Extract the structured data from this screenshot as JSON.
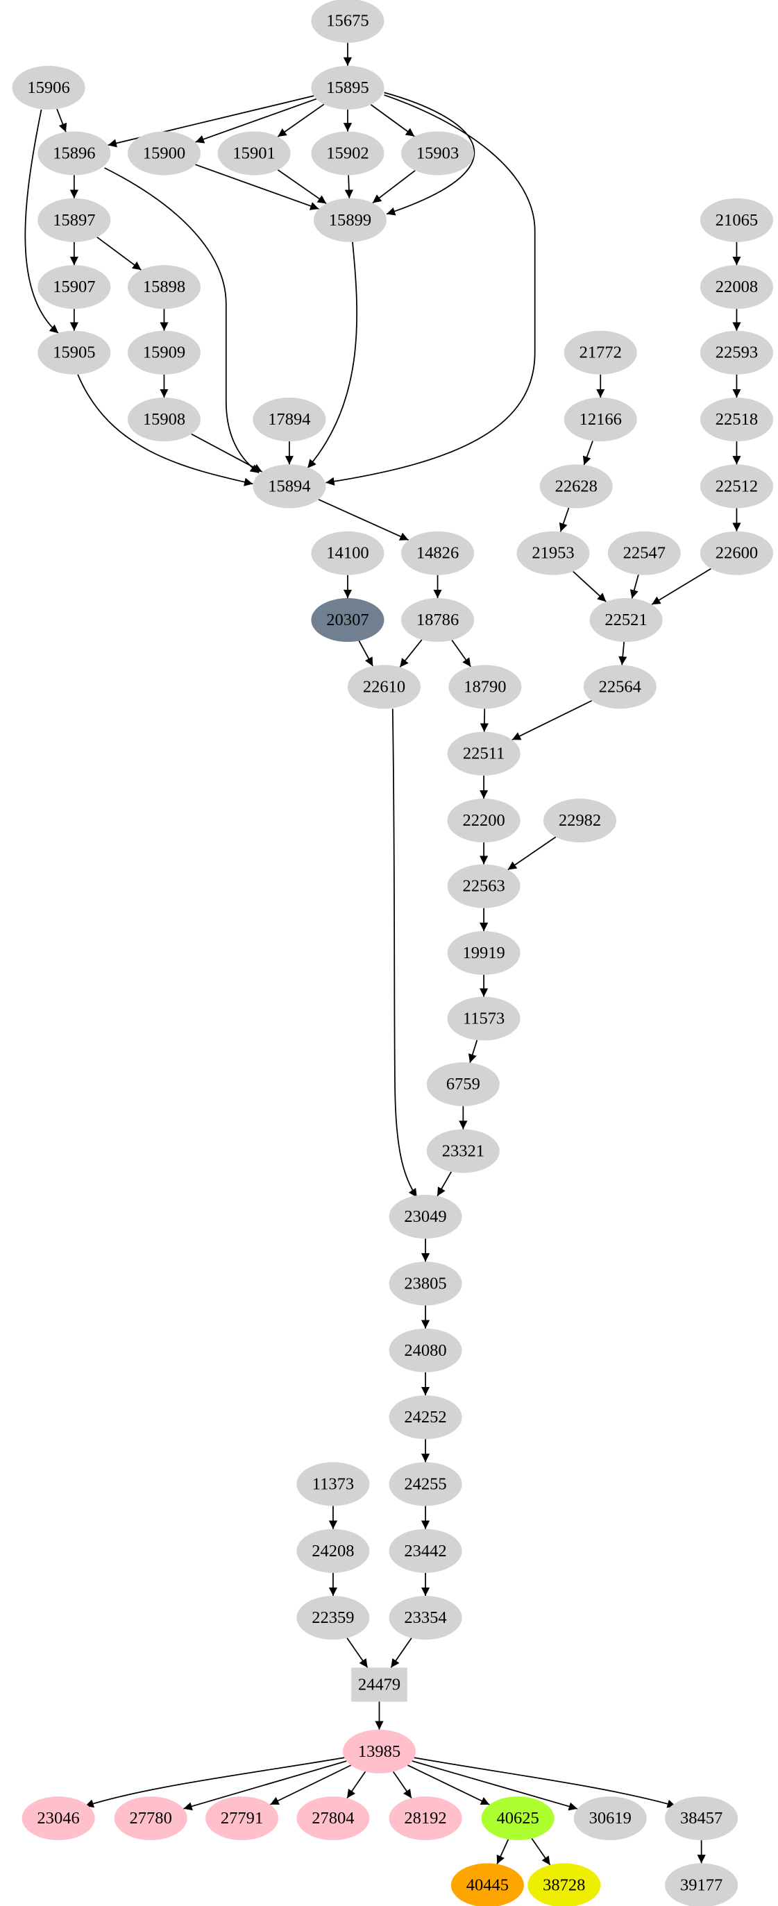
{
  "graph": {
    "nodes": [
      {
        "id": "15675",
        "fill": "#d3d3d3",
        "shape": "ellipse"
      },
      {
        "id": "15906",
        "fill": "#d3d3d3",
        "shape": "ellipse"
      },
      {
        "id": "15895",
        "fill": "#d3d3d3",
        "shape": "ellipse"
      },
      {
        "id": "15896",
        "fill": "#d3d3d3",
        "shape": "ellipse"
      },
      {
        "id": "15900",
        "fill": "#d3d3d3",
        "shape": "ellipse"
      },
      {
        "id": "15901",
        "fill": "#d3d3d3",
        "shape": "ellipse"
      },
      {
        "id": "15902",
        "fill": "#d3d3d3",
        "shape": "ellipse"
      },
      {
        "id": "15903",
        "fill": "#d3d3d3",
        "shape": "ellipse"
      },
      {
        "id": "15897",
        "fill": "#d3d3d3",
        "shape": "ellipse"
      },
      {
        "id": "15899",
        "fill": "#d3d3d3",
        "shape": "ellipse"
      },
      {
        "id": "21065",
        "fill": "#d3d3d3",
        "shape": "ellipse"
      },
      {
        "id": "15907",
        "fill": "#d3d3d3",
        "shape": "ellipse"
      },
      {
        "id": "15898",
        "fill": "#d3d3d3",
        "shape": "ellipse"
      },
      {
        "id": "22008",
        "fill": "#d3d3d3",
        "shape": "ellipse"
      },
      {
        "id": "15905",
        "fill": "#d3d3d3",
        "shape": "ellipse"
      },
      {
        "id": "15909",
        "fill": "#d3d3d3",
        "shape": "ellipse"
      },
      {
        "id": "21772",
        "fill": "#d3d3d3",
        "shape": "ellipse"
      },
      {
        "id": "22593",
        "fill": "#d3d3d3",
        "shape": "ellipse"
      },
      {
        "id": "15908",
        "fill": "#d3d3d3",
        "shape": "ellipse"
      },
      {
        "id": "17894",
        "fill": "#d3d3d3",
        "shape": "ellipse"
      },
      {
        "id": "12166",
        "fill": "#d3d3d3",
        "shape": "ellipse"
      },
      {
        "id": "22518",
        "fill": "#d3d3d3",
        "shape": "ellipse"
      },
      {
        "id": "15894",
        "fill": "#d3d3d3",
        "shape": "ellipse"
      },
      {
        "id": "22628",
        "fill": "#d3d3d3",
        "shape": "ellipse"
      },
      {
        "id": "22512",
        "fill": "#d3d3d3",
        "shape": "ellipse"
      },
      {
        "id": "14100",
        "fill": "#d3d3d3",
        "shape": "ellipse"
      },
      {
        "id": "14826",
        "fill": "#d3d3d3",
        "shape": "ellipse"
      },
      {
        "id": "21953",
        "fill": "#d3d3d3",
        "shape": "ellipse"
      },
      {
        "id": "22547",
        "fill": "#d3d3d3",
        "shape": "ellipse"
      },
      {
        "id": "22600",
        "fill": "#d3d3d3",
        "shape": "ellipse"
      },
      {
        "id": "20307",
        "fill": "#708090",
        "shape": "ellipse"
      },
      {
        "id": "18786",
        "fill": "#d3d3d3",
        "shape": "ellipse"
      },
      {
        "id": "22521",
        "fill": "#d3d3d3",
        "shape": "ellipse"
      },
      {
        "id": "22610",
        "fill": "#d3d3d3",
        "shape": "ellipse"
      },
      {
        "id": "18790",
        "fill": "#d3d3d3",
        "shape": "ellipse"
      },
      {
        "id": "22564",
        "fill": "#d3d3d3",
        "shape": "ellipse"
      },
      {
        "id": "22511",
        "fill": "#d3d3d3",
        "shape": "ellipse"
      },
      {
        "id": "22200",
        "fill": "#d3d3d3",
        "shape": "ellipse"
      },
      {
        "id": "22982",
        "fill": "#d3d3d3",
        "shape": "ellipse"
      },
      {
        "id": "22563",
        "fill": "#d3d3d3",
        "shape": "ellipse"
      },
      {
        "id": "19919",
        "fill": "#d3d3d3",
        "shape": "ellipse"
      },
      {
        "id": "11573",
        "fill": "#d3d3d3",
        "shape": "ellipse"
      },
      {
        "id": "6759",
        "fill": "#d3d3d3",
        "shape": "ellipse"
      },
      {
        "id": "23321",
        "fill": "#d3d3d3",
        "shape": "ellipse"
      },
      {
        "id": "23049",
        "fill": "#d3d3d3",
        "shape": "ellipse"
      },
      {
        "id": "23805",
        "fill": "#d3d3d3",
        "shape": "ellipse"
      },
      {
        "id": "24080",
        "fill": "#d3d3d3",
        "shape": "ellipse"
      },
      {
        "id": "24252",
        "fill": "#d3d3d3",
        "shape": "ellipse"
      },
      {
        "id": "11373",
        "fill": "#d3d3d3",
        "shape": "ellipse"
      },
      {
        "id": "24255",
        "fill": "#d3d3d3",
        "shape": "ellipse"
      },
      {
        "id": "24208",
        "fill": "#d3d3d3",
        "shape": "ellipse"
      },
      {
        "id": "23442",
        "fill": "#d3d3d3",
        "shape": "ellipse"
      },
      {
        "id": "22359",
        "fill": "#d3d3d3",
        "shape": "ellipse"
      },
      {
        "id": "23354",
        "fill": "#d3d3d3",
        "shape": "ellipse"
      },
      {
        "id": "24479",
        "fill": "#d3d3d3",
        "shape": "box"
      },
      {
        "id": "13985",
        "fill": "#ffc0cb",
        "shape": "ellipse"
      },
      {
        "id": "23046",
        "fill": "#ffc0cb",
        "shape": "ellipse"
      },
      {
        "id": "27780",
        "fill": "#ffc0cb",
        "shape": "ellipse"
      },
      {
        "id": "27791",
        "fill": "#ffc0cb",
        "shape": "ellipse"
      },
      {
        "id": "27804",
        "fill": "#ffc0cb",
        "shape": "ellipse"
      },
      {
        "id": "28192",
        "fill": "#ffc0cb",
        "shape": "ellipse"
      },
      {
        "id": "40625",
        "fill": "#adff2f",
        "shape": "ellipse"
      },
      {
        "id": "30619",
        "fill": "#d3d3d3",
        "shape": "ellipse"
      },
      {
        "id": "38457",
        "fill": "#d3d3d3",
        "shape": "ellipse"
      },
      {
        "id": "40445",
        "fill": "#ffa500",
        "shape": "ellipse"
      },
      {
        "id": "38728",
        "fill": "#eeee00",
        "shape": "ellipse"
      },
      {
        "id": "39177",
        "fill": "#d3d3d3",
        "shape": "ellipse"
      }
    ],
    "edges": [
      [
        "15675",
        "15895"
      ],
      [
        "15906",
        "15896"
      ],
      [
        "15906",
        "15905"
      ],
      [
        "15895",
        "15896"
      ],
      [
        "15895",
        "15900"
      ],
      [
        "15895",
        "15901"
      ],
      [
        "15895",
        "15902"
      ],
      [
        "15895",
        "15903"
      ],
      [
        "15895",
        "15899"
      ],
      [
        "15895",
        "15894"
      ],
      [
        "15896",
        "15897"
      ],
      [
        "15896",
        "15894"
      ],
      [
        "15900",
        "15899"
      ],
      [
        "15901",
        "15899"
      ],
      [
        "15902",
        "15899"
      ],
      [
        "15903",
        "15899"
      ],
      [
        "15897",
        "15907"
      ],
      [
        "15897",
        "15898"
      ],
      [
        "15907",
        "15905"
      ],
      [
        "15898",
        "15909"
      ],
      [
        "15909",
        "15908"
      ],
      [
        "15905",
        "15894"
      ],
      [
        "15908",
        "15894"
      ],
      [
        "17894",
        "15894"
      ],
      [
        "15899",
        "15894"
      ],
      [
        "21065",
        "22008"
      ],
      [
        "22008",
        "22593"
      ],
      [
        "22593",
        "22518"
      ],
      [
        "22518",
        "22512"
      ],
      [
        "22512",
        "22600"
      ],
      [
        "21772",
        "12166"
      ],
      [
        "12166",
        "22628"
      ],
      [
        "22628",
        "21953"
      ],
      [
        "15894",
        "14826"
      ],
      [
        "14100",
        "20307"
      ],
      [
        "14826",
        "18786"
      ],
      [
        "21953",
        "22521"
      ],
      [
        "22547",
        "22521"
      ],
      [
        "22600",
        "22521"
      ],
      [
        "20307",
        "22610"
      ],
      [
        "18786",
        "22610"
      ],
      [
        "18786",
        "18790"
      ],
      [
        "22521",
        "22564"
      ],
      [
        "18790",
        "22511"
      ],
      [
        "22564",
        "22511"
      ],
      [
        "22511",
        "22200"
      ],
      [
        "22200",
        "22563"
      ],
      [
        "22982",
        "22563"
      ],
      [
        "22563",
        "19919"
      ],
      [
        "19919",
        "11573"
      ],
      [
        "11573",
        "6759"
      ],
      [
        "6759",
        "23321"
      ],
      [
        "23321",
        "23049"
      ],
      [
        "22610",
        "23049"
      ],
      [
        "23049",
        "23805"
      ],
      [
        "23805",
        "24080"
      ],
      [
        "24080",
        "24252"
      ],
      [
        "24252",
        "24255"
      ],
      [
        "24255",
        "23442"
      ],
      [
        "23442",
        "23354"
      ],
      [
        "11373",
        "24208"
      ],
      [
        "24208",
        "22359"
      ],
      [
        "22359",
        "24479"
      ],
      [
        "23354",
        "24479"
      ],
      [
        "24479",
        "13985"
      ],
      [
        "13985",
        "23046"
      ],
      [
        "13985",
        "27780"
      ],
      [
        "13985",
        "27791"
      ],
      [
        "13985",
        "27804"
      ],
      [
        "13985",
        "28192"
      ],
      [
        "13985",
        "40625"
      ],
      [
        "13985",
        "30619"
      ],
      [
        "13985",
        "38457"
      ],
      [
        "40625",
        "40445"
      ],
      [
        "40625",
        "38728"
      ],
      [
        "38457",
        "39177"
      ]
    ]
  }
}
